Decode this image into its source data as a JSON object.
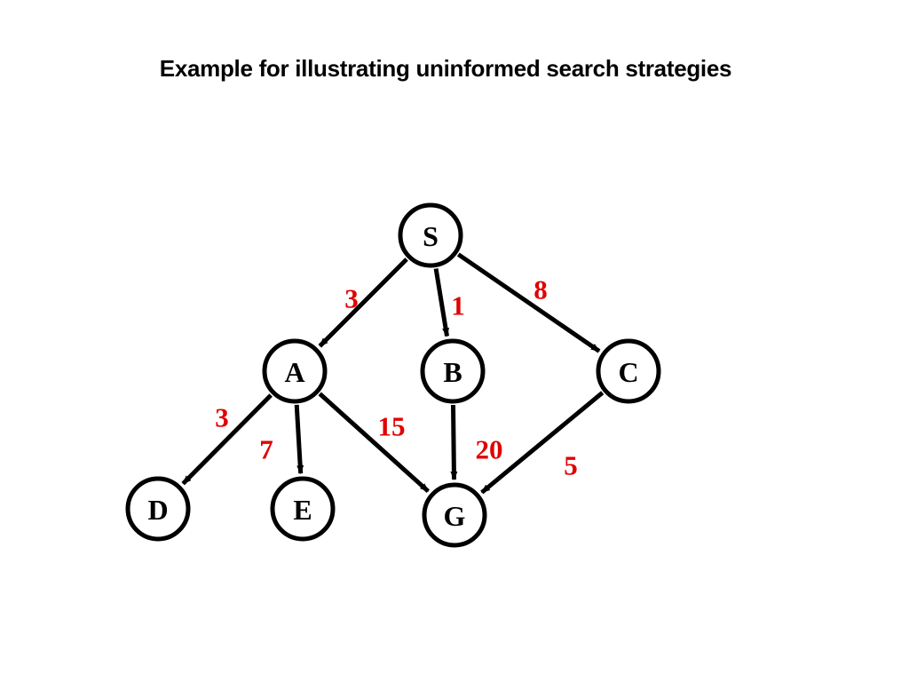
{
  "title": "Example for illustrating uninformed search strategies",
  "colors": {
    "node_stroke": "#000000",
    "edge": "#000000",
    "weight": "#e00000"
  },
  "nodes": [
    {
      "id": "S",
      "label": "S"
    },
    {
      "id": "A",
      "label": "A"
    },
    {
      "id": "B",
      "label": "B"
    },
    {
      "id": "C",
      "label": "C"
    },
    {
      "id": "D",
      "label": "D"
    },
    {
      "id": "E",
      "label": "E"
    },
    {
      "id": "G",
      "label": "G"
    }
  ],
  "edges": [
    {
      "from": "S",
      "to": "A",
      "weight": "3"
    },
    {
      "from": "S",
      "to": "B",
      "weight": "1"
    },
    {
      "from": "S",
      "to": "C",
      "weight": "8"
    },
    {
      "from": "A",
      "to": "D",
      "weight": "3"
    },
    {
      "from": "A",
      "to": "E",
      "weight": "7"
    },
    {
      "from": "A",
      "to": "G",
      "weight": "15"
    },
    {
      "from": "B",
      "to": "G",
      "weight": "20"
    },
    {
      "from": "C",
      "to": "G",
      "weight": "5"
    }
  ]
}
